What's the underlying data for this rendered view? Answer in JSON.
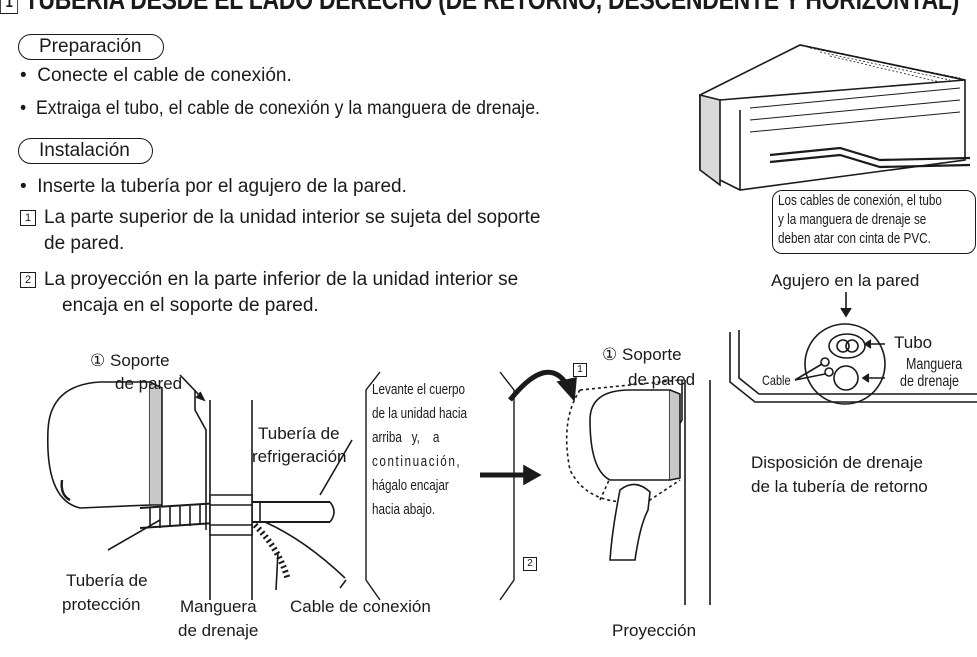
{
  "header": {
    "step_number": "1",
    "title": "TUBERÍA DESDE EL LADO DERECHO (DE RETORNO, DESCENDENTE Y HORIZONTAL)"
  },
  "sections": {
    "preparation_label": "Preparación",
    "installation_label": "Instalación"
  },
  "preparation_steps": [
    "Conecte el cable de conexión.",
    "Extraiga el tubo, el cable de conexión y la manguera de drenaje."
  ],
  "installation": {
    "bullet": "Inserte la tubería por el agujero de la pared.",
    "step1_number": "1",
    "step1_line1": "La parte superior de la unidad interior se sujeta del soporte",
    "step1_line2": "de pared.",
    "step2_number": "2",
    "step2_line1": "La proyección en la parte inferior de la unidad interior se",
    "step2_line2": "encaja en el soporte de pared."
  },
  "top_figure": {
    "note_line1": "Los cables de conexión, el tubo",
    "note_line2": "y la manguera de drenaje se",
    "note_line3": "deben atar con cinta de PVC."
  },
  "wall_hole_figure": {
    "title": "Agujero en la pared",
    "tube_label": "Tubo",
    "hose_label_line1": "Manguera",
    "hose_label_line2": "de drenaje",
    "cable_label": "Cable",
    "caption_line1": "Disposición de drenaje",
    "caption_line2": "de la tubería de retorno"
  },
  "left_figure": {
    "bracket_num": "①",
    "bracket_line1": "Soporte",
    "bracket_line2": "de pared",
    "refrig_line1": "Tubería de",
    "refrig_line2": "refrigeración",
    "protect_line1": "Tubería de",
    "protect_line2": "protección",
    "hose_line1": "Manguera",
    "hose_line2": "de drenaje",
    "cable_label": "Cable de conexión"
  },
  "instruction_box": {
    "lines": [
      "Levante el cuerpo",
      "de la unidad hacia",
      "arriba   y,    a",
      "continuación,",
      "hágalo  encajar",
      "hacia abajo."
    ]
  },
  "right_figure": {
    "bracket_num": "①",
    "bracket_line1": "Soporte",
    "bracket_line2": "de pared",
    "marker1": "1",
    "marker2": "2",
    "projection_label": "Proyección"
  }
}
